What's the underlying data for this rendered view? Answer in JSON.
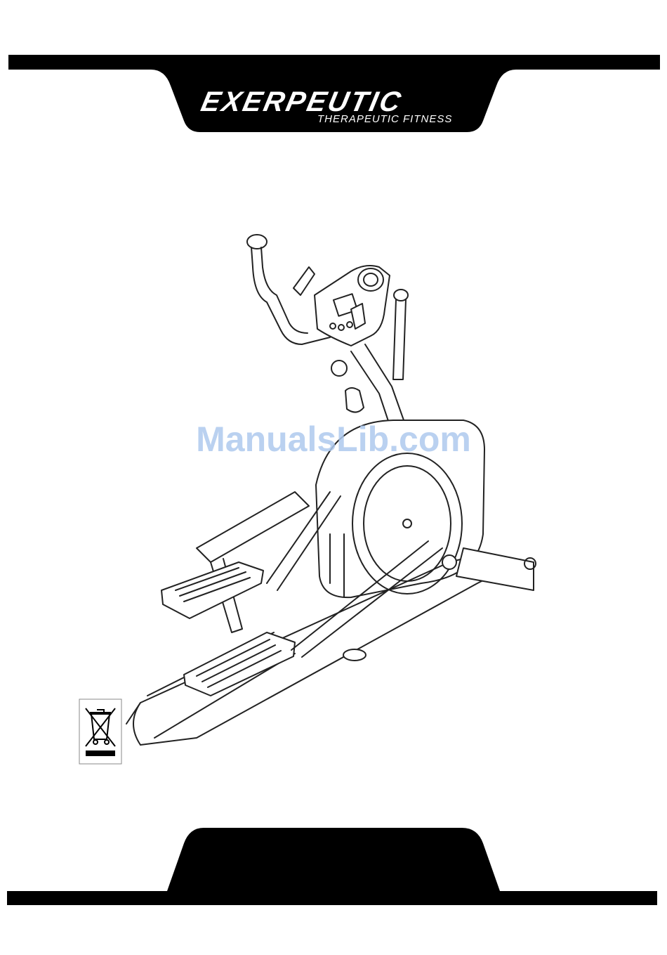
{
  "header": {
    "brand_logo": "EXERPEUTIC",
    "brand_tagline": "THERAPEUTIC FITNESS",
    "banner_color": "#000000"
  },
  "illustration": {
    "subject": "elliptical trainer line drawing"
  },
  "watermark": {
    "text": "ManualsLib.com",
    "color": "#aec9ee"
  },
  "compliance_symbol": {
    "icon": "weee-crossed-bin-icon"
  }
}
